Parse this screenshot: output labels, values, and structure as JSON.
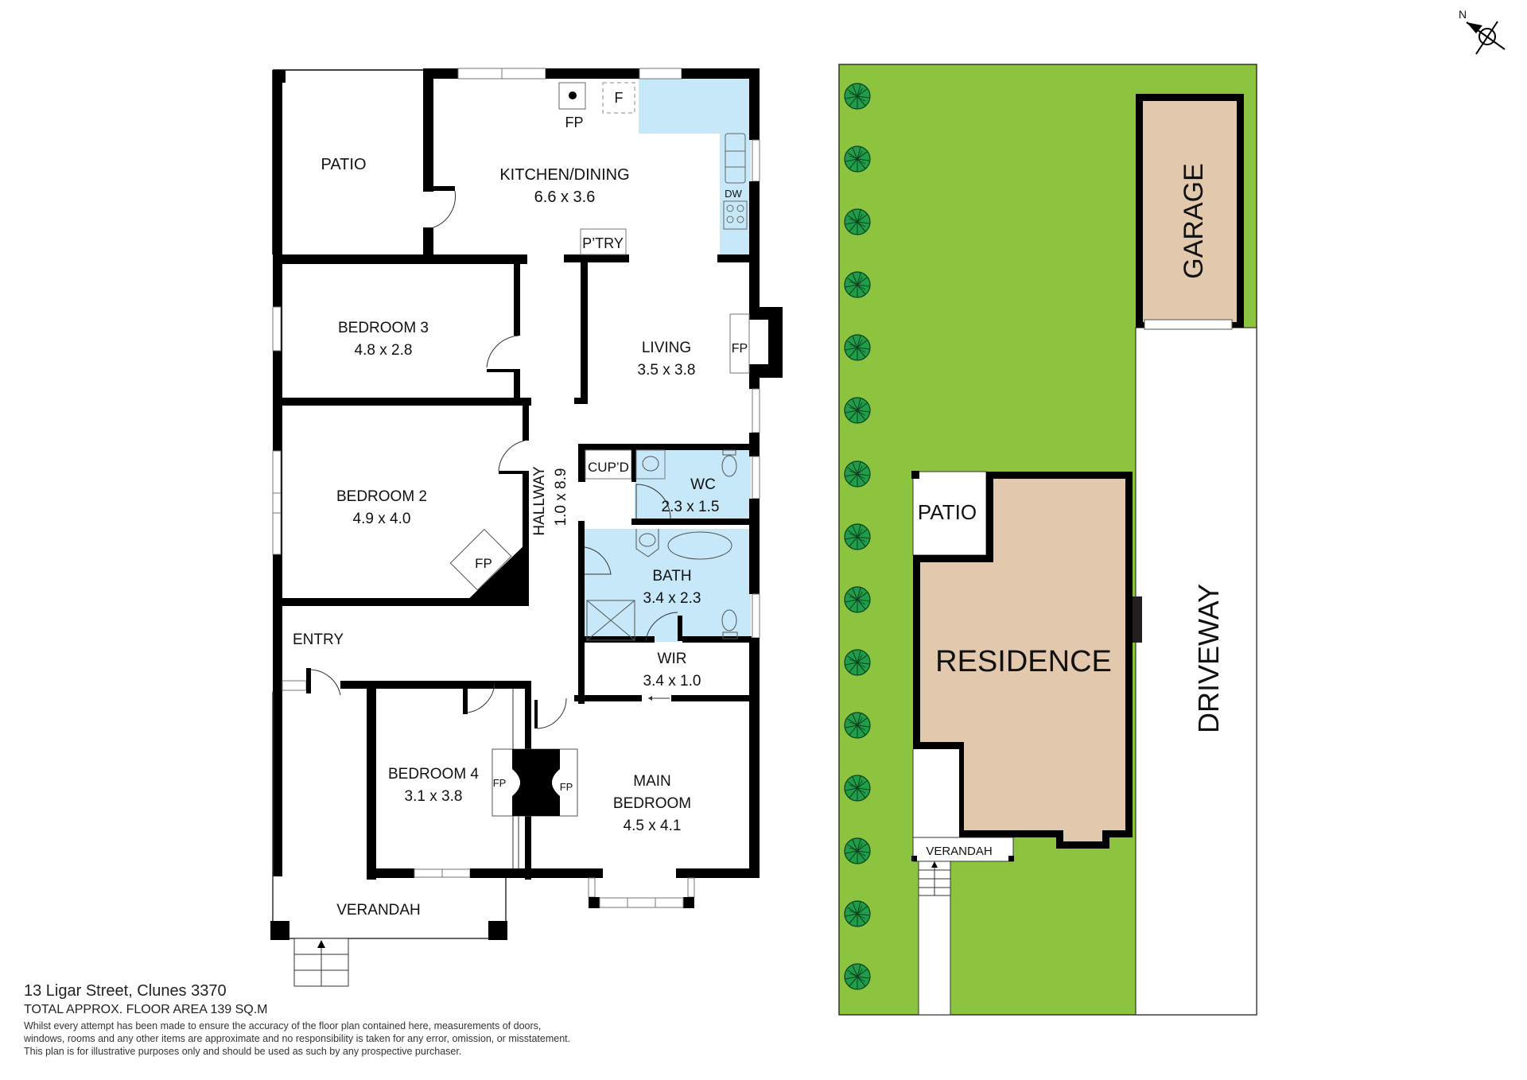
{
  "colors": {
    "wall": "#000000",
    "wet_area": "#c6e8f8",
    "lawn": "#8cc43f",
    "tree": "#1f9e4a",
    "building": "#e2c8ad",
    "background": "#ffffff"
  },
  "compass": {
    "label": "N",
    "icon": "north-arrow-icon"
  },
  "floor_plan": {
    "rooms": {
      "patio": {
        "name": "PATIO"
      },
      "kitchen": {
        "name": "KITCHEN/DINING",
        "size": "6.6 x 3.6"
      },
      "pantry": {
        "name": "P’TRY"
      },
      "kitchen_fp": {
        "name": "FP"
      },
      "fridge": {
        "name": "F"
      },
      "dishwasher": {
        "name": "DW"
      },
      "bedroom3": {
        "name": "BEDROOM 3",
        "size": "4.8 x 2.8"
      },
      "living": {
        "name": "LIVING",
        "size": "3.5 x 3.8"
      },
      "living_fp": {
        "name": "FP"
      },
      "bedroom2": {
        "name": "BEDROOM 2",
        "size": "4.9 x 4.0"
      },
      "bedroom2_fp": {
        "name": "FP"
      },
      "hallway": {
        "name": "HALLWAY",
        "size": "1.0 x 8.9"
      },
      "cupboard": {
        "name": "CUP’D"
      },
      "wc": {
        "name": "WC",
        "size": "2.3 x 1.5"
      },
      "bath": {
        "name": "BATH",
        "size": "3.4 x 2.3"
      },
      "entry": {
        "name": "ENTRY"
      },
      "wir": {
        "name": "WIR",
        "size": "3.4 x 1.0"
      },
      "bedroom4": {
        "name": "BEDROOM 4",
        "size": "3.1 x 3.8"
      },
      "bedroom4_fp": {
        "name": "FP"
      },
      "main_bedroom": {
        "name_line1": "MAIN",
        "name_line2": "BEDROOM",
        "size": "4.5 x 4.1"
      },
      "main_bedroom_fp": {
        "name": "FP"
      },
      "verandah": {
        "name": "VERANDAH"
      }
    }
  },
  "site_plan": {
    "garage": "GARAGE",
    "patio": "PATIO",
    "residence": "RESIDENCE",
    "verandah": "VERANDAH",
    "driveway": "DRIVEWAY",
    "tree_count": 15
  },
  "footer": {
    "address": "13 Ligar Street, Clunes 3370",
    "floor_area": "TOTAL APPROX. FLOOR AREA 139 SQ.M",
    "disclaimer_line1": "Whilst every attempt has been made to ensure the accuracy of the floor plan contained here, measurements of doors,",
    "disclaimer_line2": "windows, rooms and any other items are approximate and no responsibility is taken for any error, omission, or misstatement.",
    "disclaimer_line3": "This plan is for illustrative purposes only and should be used as such by any prospective purchaser."
  }
}
